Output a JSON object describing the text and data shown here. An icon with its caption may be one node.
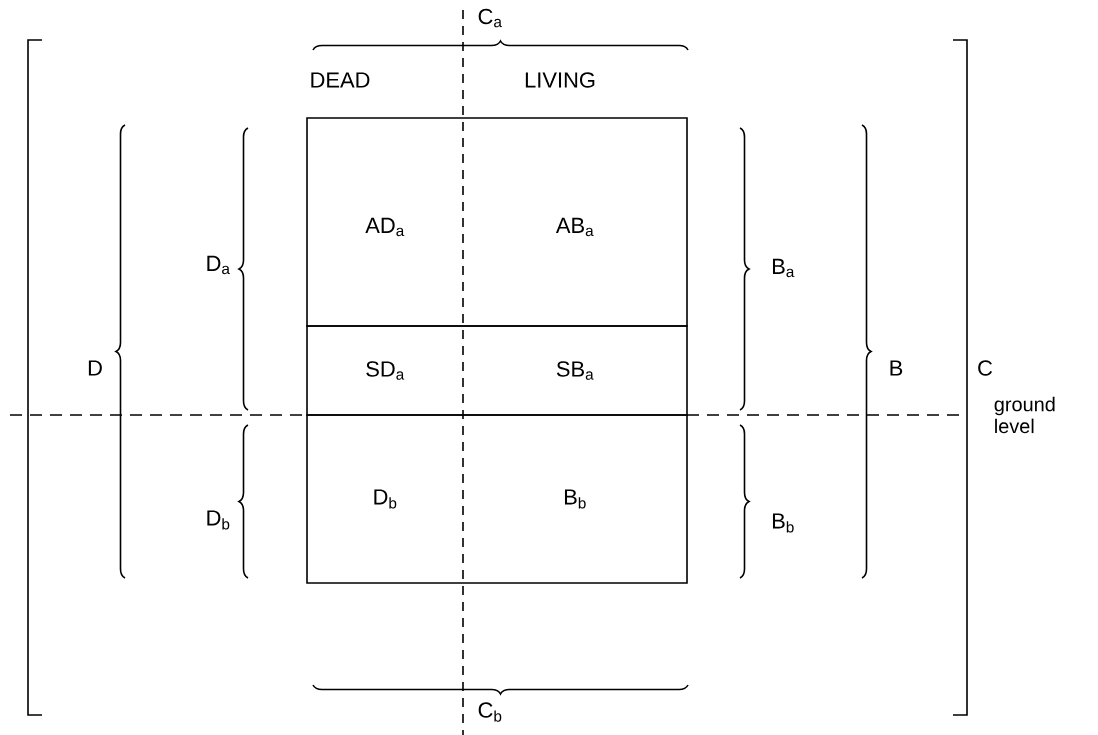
{
  "diagram": {
    "nodes": [
      {
        "text": [
          "AD$_{a}$"
        ]
      },
      {
        "text": [
          "AB$_{a}$"
        ]
      },
      {
        "text": [
          "SD$_{a}$"
        ]
      },
      {
        "text": [
          "SB$_{a}$"
        ]
      },
      {
        "text": [
          "D$_{b}$"
        ]
      },
      {
        "text": [
          "B$_{b}$"
        ]
      }
    ],
    "labels": [
      "C$_{a}$",
      "DEAD",
      "LIVING",
      "D$_{a}$",
      "B$_{a}$",
      "D",
      "B",
      "C",
      "ground level",
      "D$_{b}$",
      "B$_{b}$",
      "C$_{b}$"
    ]
  }
}
